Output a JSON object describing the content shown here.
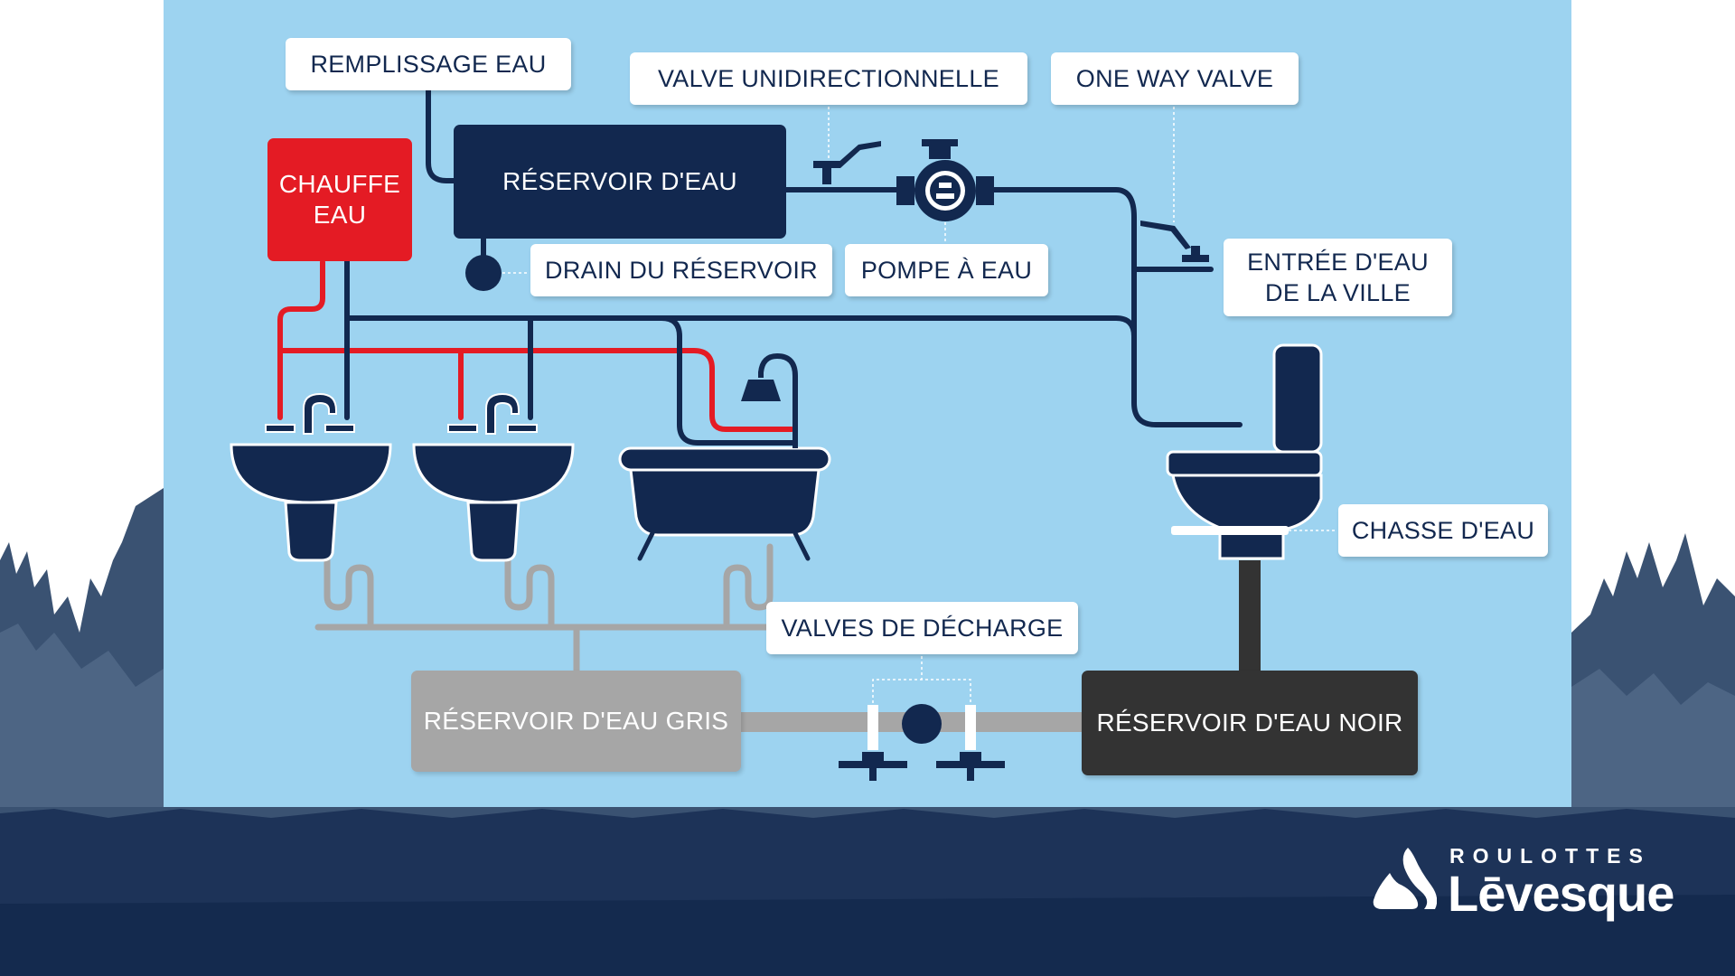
{
  "labels": {
    "remplissage": "REMPLISSAGE EAU",
    "valve_uni": "VALVE UNIDIRECTIONNELLE",
    "one_way": "ONE WAY VALVE",
    "drain": "DRAIN DU RÉSERVOIR",
    "pompe": "POMPE À EAU",
    "entree_1": "ENTRÉE D'EAU",
    "entree_2": "DE LA VILLE",
    "chasse": "CHASSE D'EAU",
    "valves_decharge": "VALVES DE DÉCHARGE"
  },
  "boxes": {
    "chauffe_1": "CHAUFFE",
    "chauffe_2": "EAU",
    "reservoir_eau": "RÉSERVOIR D'EAU",
    "reservoir_gris": "RÉSERVOIR D'EAU GRIS",
    "reservoir_noir": "RÉSERVOIR D'EAU NOIR"
  },
  "brand": {
    "top": "ROULOTTES",
    "main": "Lēvesque"
  },
  "colors": {
    "panel": "#9dd3f0",
    "navy": "#12284f",
    "forest": "#3a5272",
    "hot": "#e41b24",
    "gray": "#a6a6a6",
    "black_tank": "#333333"
  },
  "icons": [
    "sink-icon",
    "bathtub-icon",
    "shower-head-icon",
    "toilet-icon",
    "water-pump-icon",
    "valve-icon",
    "drain-icon",
    "logo-drop-icon"
  ]
}
